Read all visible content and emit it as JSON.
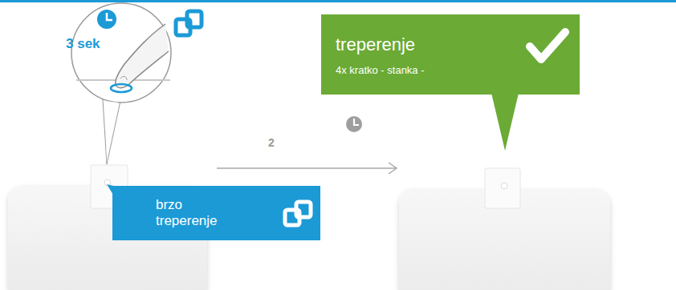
{
  "diagram": {
    "nodes": [
      {
        "text": [
          "brzo treperenje"
        ]
      },
      {
        "text": [
          "treperenje",
          "4x kratko - stanka -"
        ]
      }
    ],
    "labels": [
      "3 sek",
      "2"
    ]
  }
}
